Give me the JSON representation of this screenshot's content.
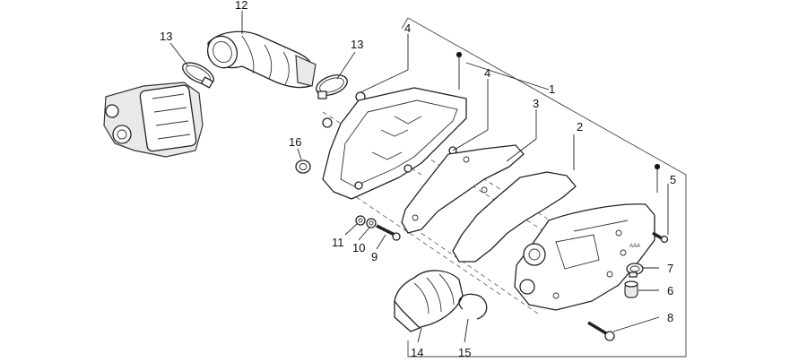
{
  "callouts": [
    {
      "id": "1",
      "label": "1"
    },
    {
      "id": "2",
      "label": "2"
    },
    {
      "id": "3",
      "label": "3"
    },
    {
      "id": "4a",
      "label": "4"
    },
    {
      "id": "4b",
      "label": "4"
    },
    {
      "id": "5",
      "label": "5"
    },
    {
      "id": "6",
      "label": "6"
    },
    {
      "id": "7",
      "label": "7"
    },
    {
      "id": "8",
      "label": "8"
    },
    {
      "id": "9",
      "label": "9"
    },
    {
      "id": "10",
      "label": "10"
    },
    {
      "id": "11",
      "label": "11"
    },
    {
      "id": "12",
      "label": "12"
    },
    {
      "id": "13a",
      "label": "13"
    },
    {
      "id": "13b",
      "label": "13"
    },
    {
      "id": "14",
      "label": "14"
    },
    {
      "id": "15",
      "label": "15"
    },
    {
      "id": "16",
      "label": "16"
    }
  ]
}
